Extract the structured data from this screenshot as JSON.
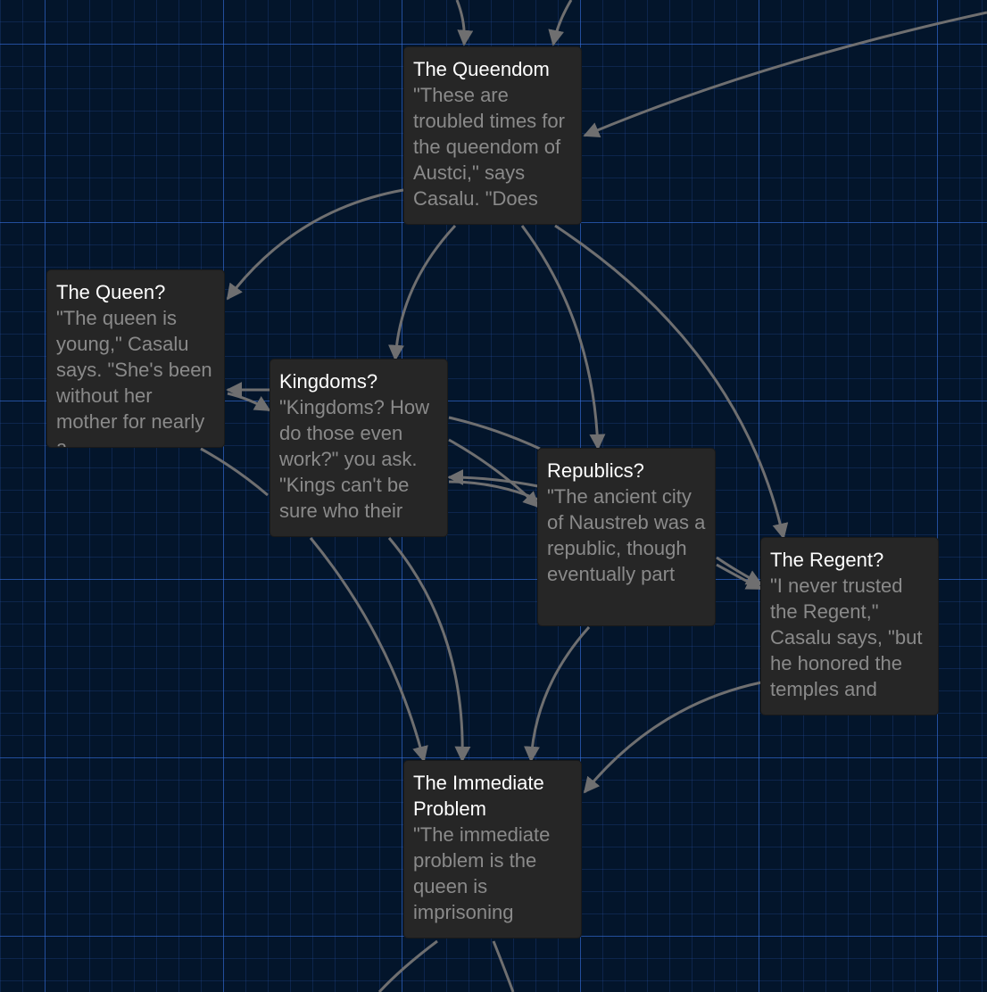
{
  "colors": {
    "background": "#03152b",
    "grid_major": "#346edc",
    "card": "#262626",
    "edge": "#6f6f70",
    "title": "#ffffff",
    "excerpt": "#8a8a8a"
  },
  "passages": [
    {
      "id": "queendom",
      "title": "The Queendom",
      "excerpt": "\"These are troubled times for the queendom of Austci,\" says Casalu. \"Does"
    },
    {
      "id": "queen",
      "title": "The Queen?",
      "excerpt": "\"The queen is young,\" Casalu says. \"She's been without her mother for nearly a"
    },
    {
      "id": "kingdoms",
      "title": "Kingdoms?",
      "excerpt": "\"Kingdoms? How do those even work?\" you ask. \"Kings can't be sure who their"
    },
    {
      "id": "republics",
      "title": "Republics?",
      "excerpt": "\"The ancient city of Naustreb was a republic, though eventually part"
    },
    {
      "id": "regent",
      "title": "The Regent?",
      "excerpt": "\"I never trusted the Regent,\" Casalu says, \"but he honored the temples and"
    },
    {
      "id": "problem",
      "title": "The Immediate Problem",
      "excerpt": "\"The immediate problem is the queen is imprisoning"
    }
  ]
}
